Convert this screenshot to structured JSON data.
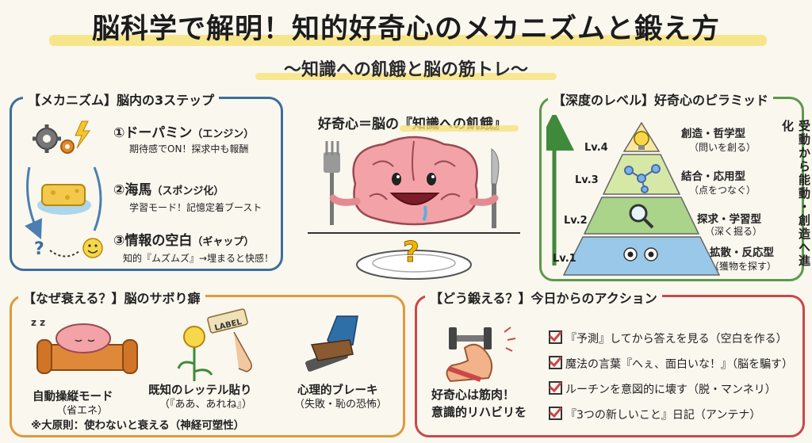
{
  "title": "脳科学で解明！知的好奇心のメカニズムと鍛え方",
  "subtitle": "〜知識への飢餓と脳の筋トレ〜",
  "center": {
    "caption": "好奇心＝脳の『知識への飢餓』"
  },
  "mechanism": {
    "title": "【メカニズム】脳内の3ステップ",
    "steps": [
      {
        "label": "①ドーパミン",
        "sub": "（エンジン）",
        "desc": "期待感でON！探求中も報酬"
      },
      {
        "label": "②海馬",
        "sub": "（スポンジ化）",
        "desc": "学習モード！記憶定着ブースト"
      },
      {
        "label": "③情報の空白",
        "sub": "（ギャップ）",
        "desc": "知的『ムズムズ』→埋まると快感！"
      }
    ]
  },
  "pyramid": {
    "title": "【深度のレベル】好奇心のピラミッド",
    "levels": [
      {
        "lv": "Lv.4",
        "name": "創造・哲学型",
        "desc": "（問いを創る）"
      },
      {
        "lv": "Lv.3",
        "name": "結合・応用型",
        "desc": "（点をつなぐ）"
      },
      {
        "lv": "Lv.2",
        "name": "探求・学習型",
        "desc": "（深く掘る）"
      },
      {
        "lv": "Lv.1",
        "name": "拡散・反応型",
        "desc": "（獲物を探す）"
      }
    ],
    "side_label": "受動から能動・創造へ進化"
  },
  "decline": {
    "title": "【なぜ衰える？】脳のサボり癖",
    "items": [
      {
        "name": "自動操縦モード",
        "desc": "（省エネ）"
      },
      {
        "name": "既知のレッテル貼り",
        "desc": "（『ああ、あれね』）"
      },
      {
        "name": "心理的ブレーキ",
        "desc": "（失敗・恥の恐怖）"
      }
    ],
    "label_sign": "LABEL",
    "principle": "※大原則：使わないと衰える（神経可塑性）"
  },
  "action": {
    "title": "【どう鍛える？】今日からのアクション",
    "muscle_caption": [
      "好奇心は筋肉！",
      "意識的リハビリを"
    ],
    "items": [
      "『予測』してから答えを見る（空白を作る）",
      "魔法の言葉『へぇ、面白いな！』（脳を騙す）",
      "ルーチンを意図的に壊す（脱・マンネリ）",
      "『3つの新しいこと』日記（アンテナ）"
    ]
  }
}
